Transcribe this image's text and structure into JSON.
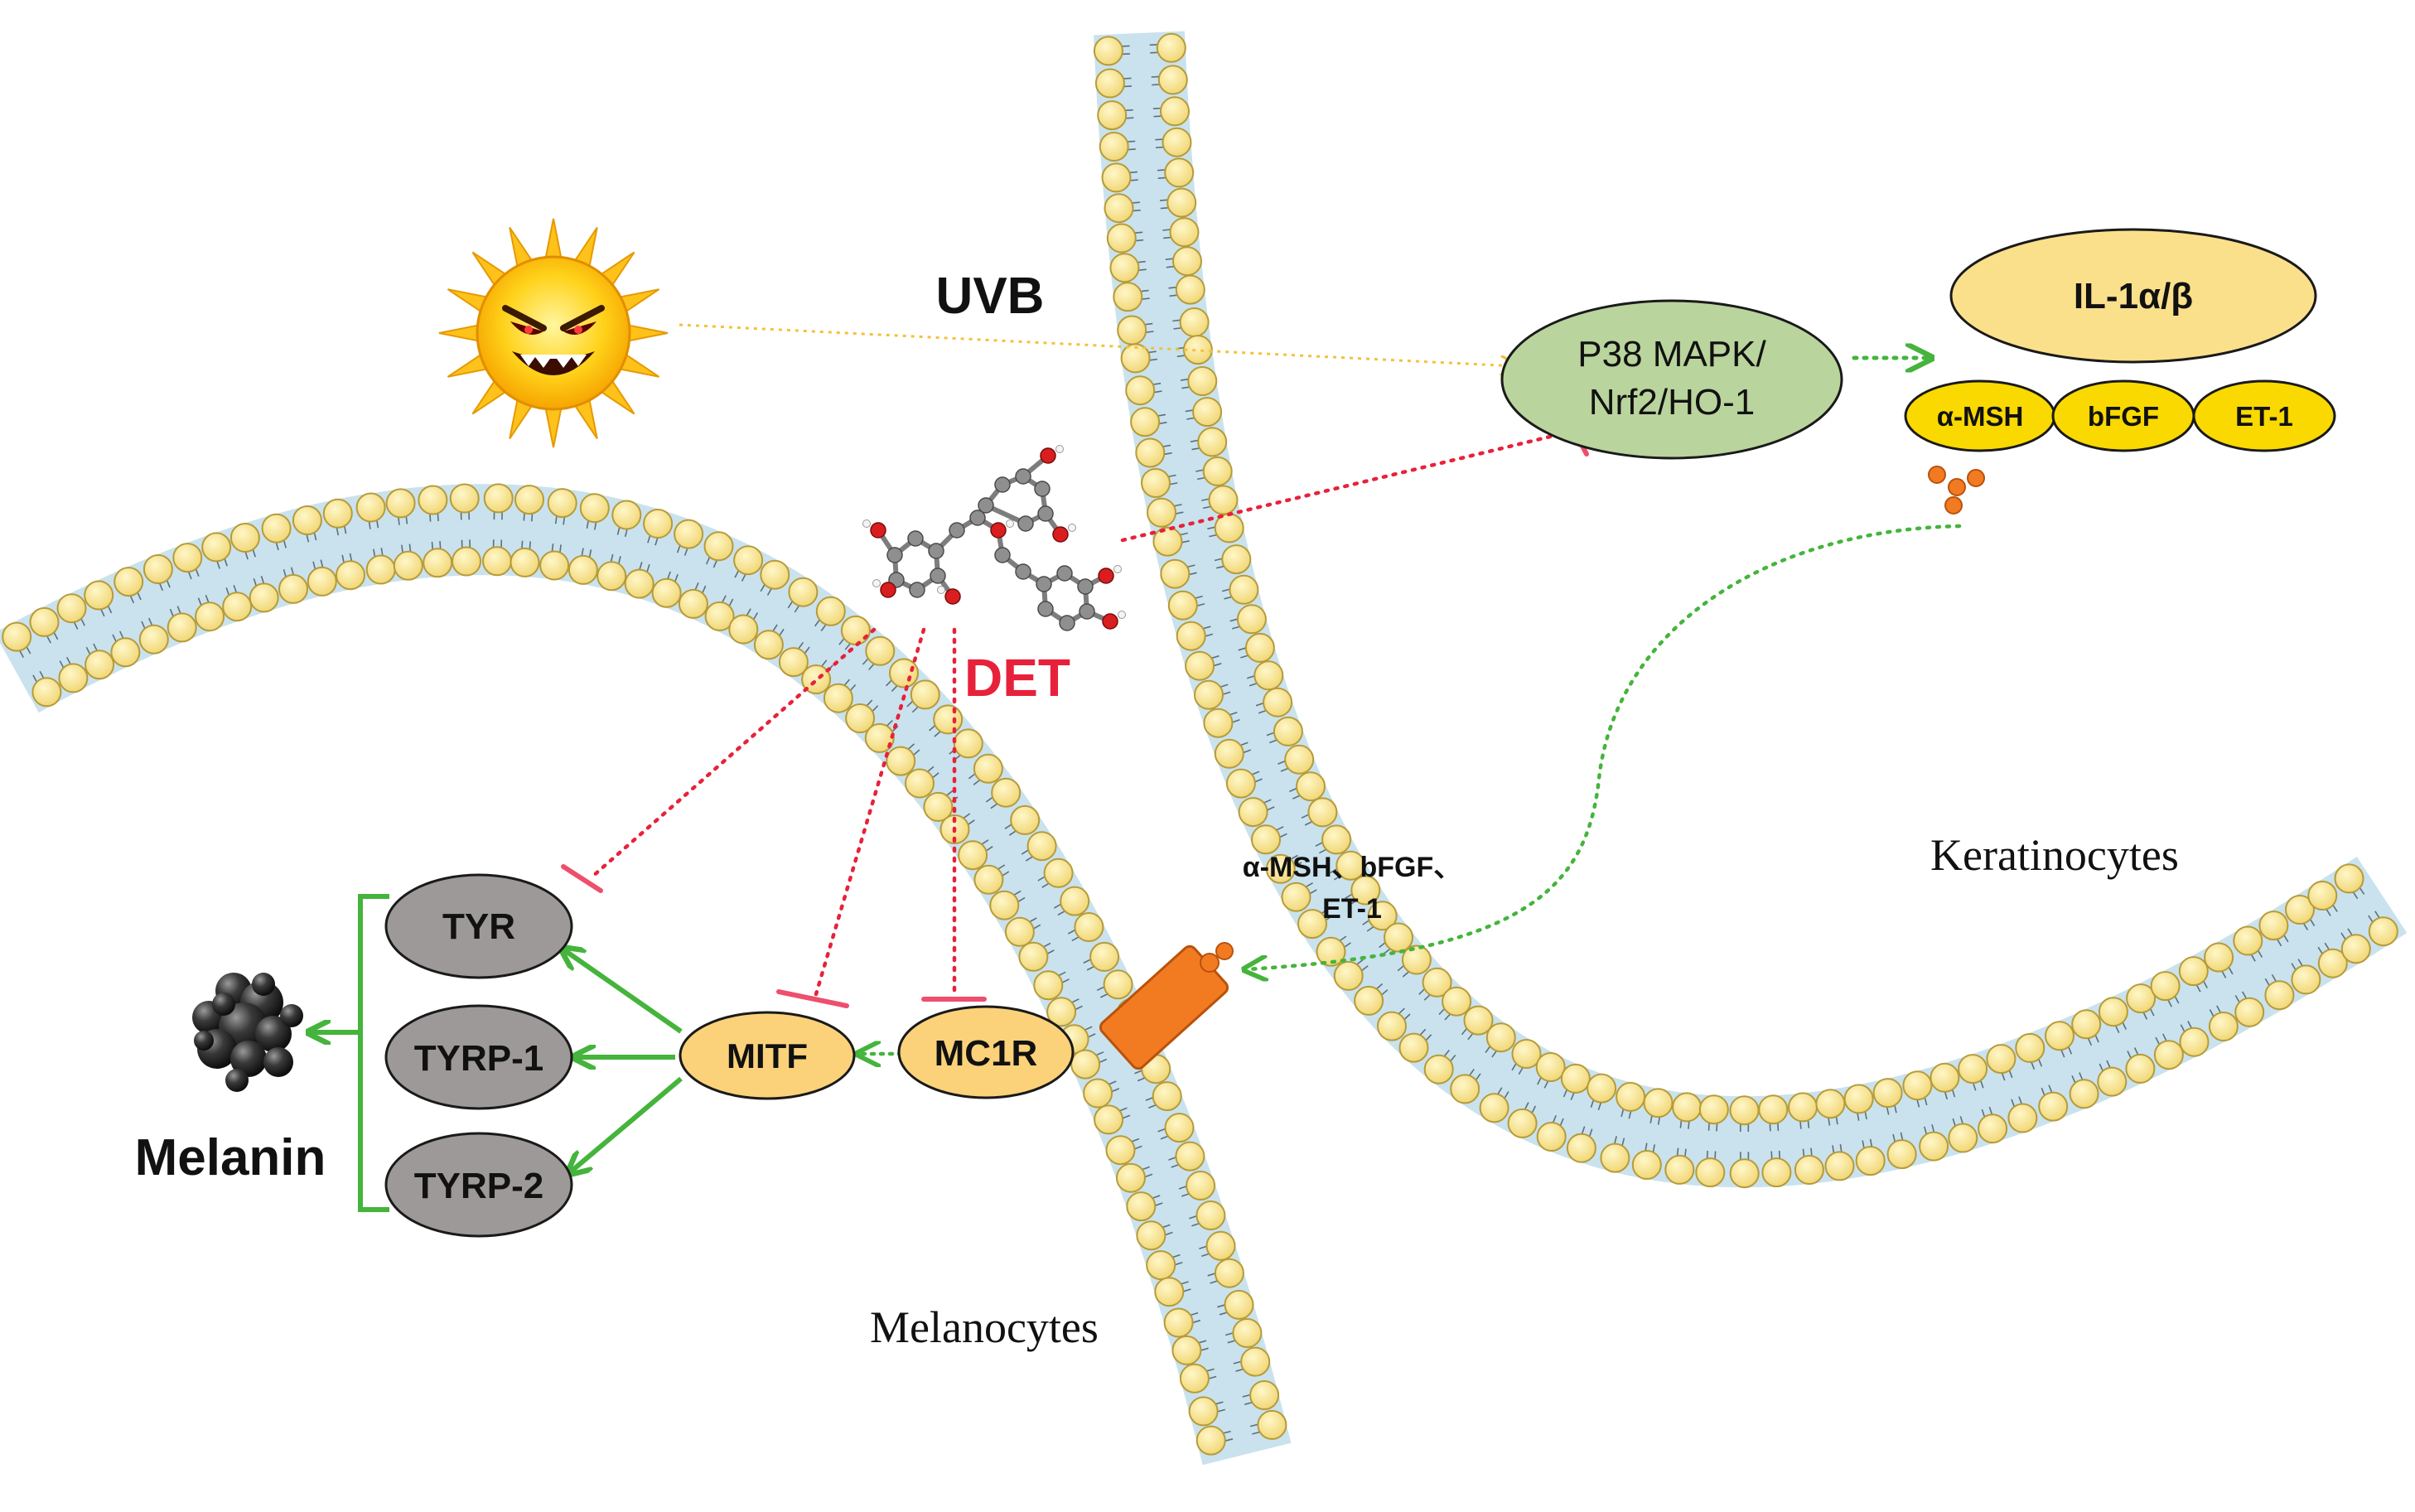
{
  "labels": {
    "uvb": "UVB",
    "det": "DET",
    "p38_line1": "P38 MAPK/",
    "p38_line2": "Nrf2/HO-1",
    "il1": "IL-1α/β",
    "amsh": "α-MSH",
    "bfgf": "bFGF",
    "et1": "ET-1",
    "signals_line1": "α-MSH、bFGF、",
    "signals_line2": "ET-1",
    "keratinocytes": "Keratinocytes",
    "melanocytes": "Melanocytes",
    "tyr": "TYR",
    "tyrp1": "TYRP-1",
    "tyrp2": "TYRP-2",
    "mitf": "MITF",
    "mc1r": "MC1R",
    "melanin": "Melanin"
  },
  "icons": {
    "sun": "angry-sun-icon",
    "molecule": "det-molecule-icon",
    "melanin": "melanin-granules-icon",
    "receptor": "mc1r-receptor-icon",
    "cytokine": "cytokine-dots-icon"
  },
  "colors": {
    "membrane_fill": "#c9e2ee",
    "lipid_head": "#f7e08f",
    "lipid_edge": "#b59b3a",
    "inhibit_red": "#e8213a",
    "inhibit_bar": "#ee4f6c",
    "activate_green": "#45b43c",
    "uvb_arrow": "#f2c23a",
    "p38_fill": "#b9d49c",
    "il1_fill": "#fbe08c",
    "factor_fill": "#f9d900",
    "mitf_fill": "#fbd27a",
    "gray_fill": "#9d9999",
    "receptor_orange": "#f27b22"
  }
}
